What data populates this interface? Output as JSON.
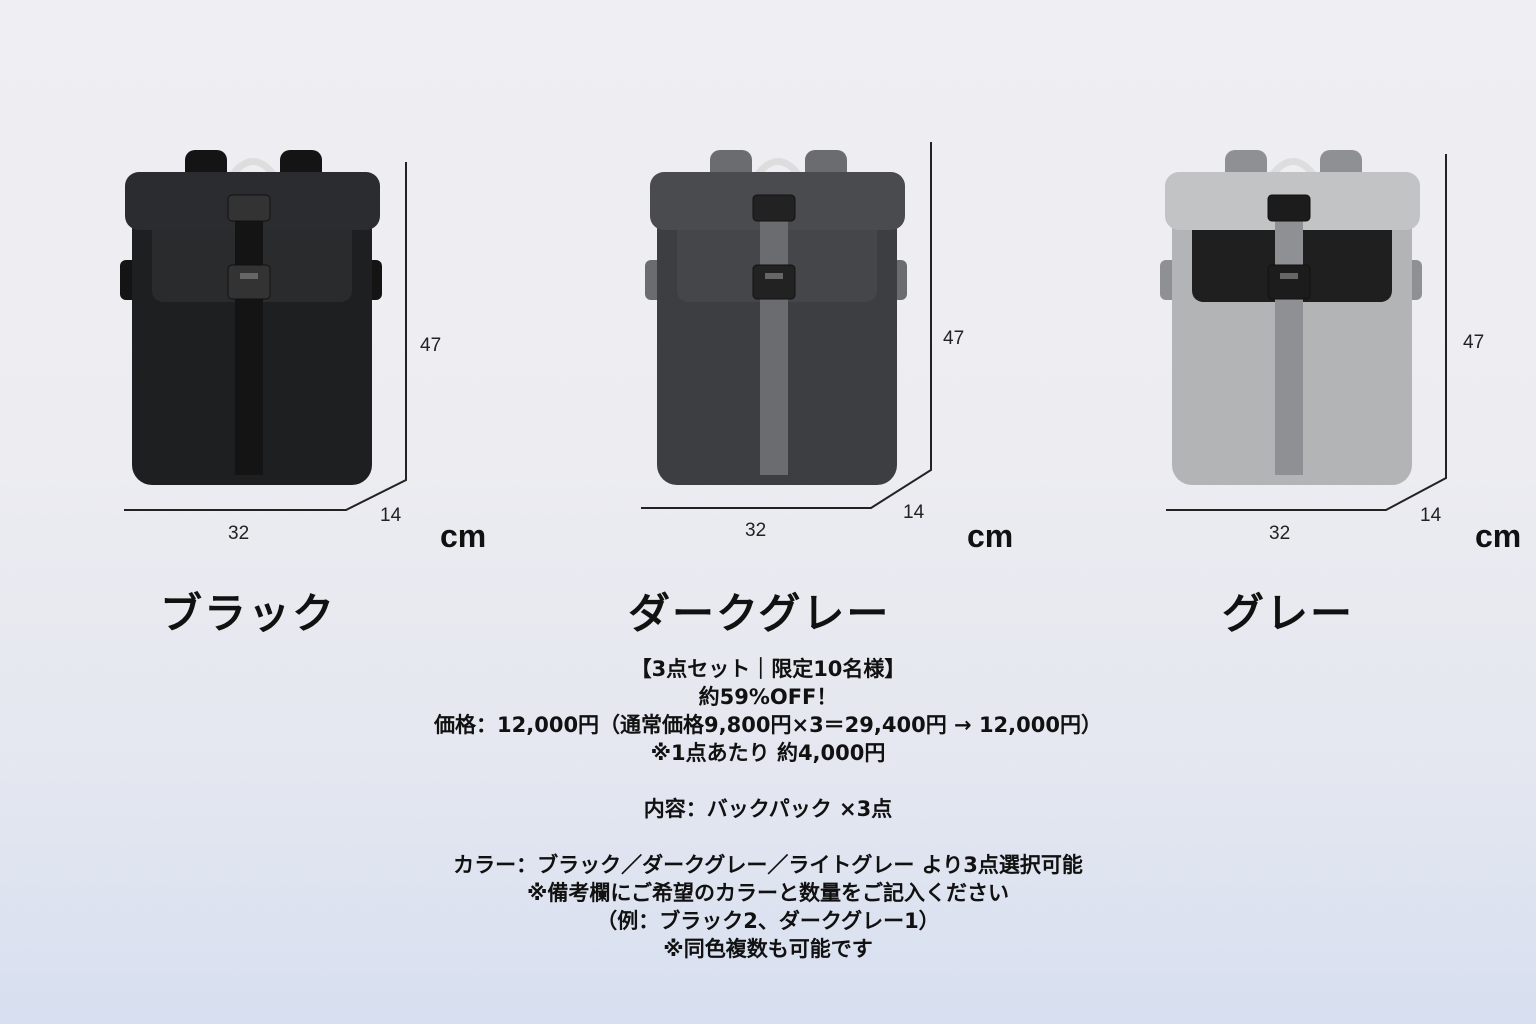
{
  "products": [
    {
      "name": "ブラック",
      "dim_height": "47",
      "dim_depth": "14",
      "dim_width": "32",
      "unit": "cm",
      "colors": {
        "body": "#1e1f21",
        "flap": "#2b2c2f",
        "strap": "#141414",
        "buckle": "#333333",
        "panel": "#2a2b2d"
      }
    },
    {
      "name": "ダークグレー",
      "dim_height": "47",
      "dim_depth": "14",
      "dim_width": "32",
      "unit": "cm",
      "colors": {
        "body": "#3d3e42",
        "flap": "#4a4b4f",
        "strap": "#6b6c70",
        "buckle": "#222222",
        "panel": "#45464a"
      }
    },
    {
      "name": "グレー",
      "dim_height": "47",
      "dim_depth": "14",
      "dim_width": "32",
      "unit": "cm",
      "colors": {
        "body": "#b3b4b6",
        "flap": "#c2c3c5",
        "strap": "#8f9093",
        "buckle": "#1c1c1c",
        "panel": "#1f1f20"
      }
    }
  ],
  "info": {
    "line1": "【3点セット｜限定10名様】",
    "line2": "約59%OFF！",
    "line3": "価格：12,000円（通常価格9,800円×3＝29,400円 → 12,000円）",
    "line4": "※1点あたり 約4,000円",
    "line5": "内容：バックパック ×3点",
    "line6": "カラー：ブラック／ダークグレー／ライトグレー より3点選択可能",
    "line7": "※備考欄にご希望のカラーと数量をご記入ください",
    "line8": "（例：ブラック2、ダークグレー1）",
    "line9": "※同色複数も可能です"
  }
}
